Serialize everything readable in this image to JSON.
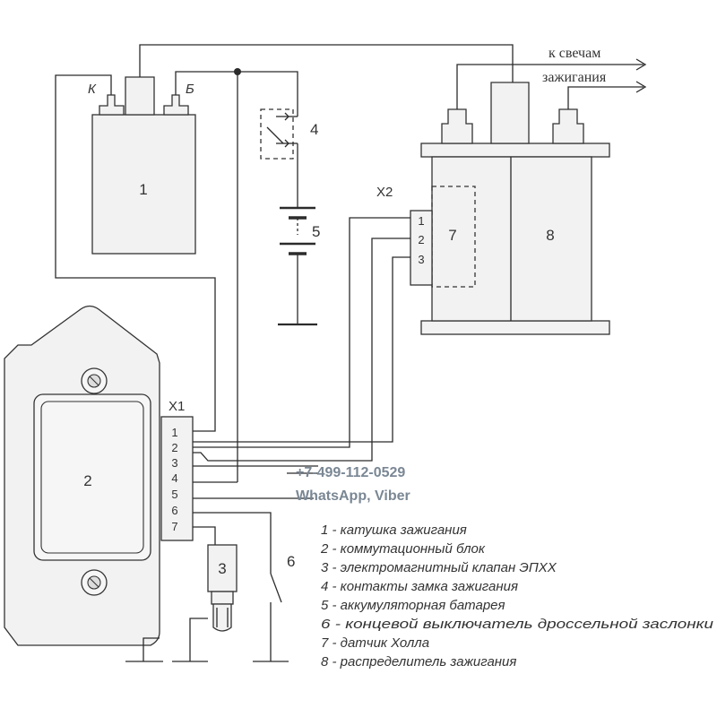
{
  "coil": {
    "number": "1",
    "terminal_k": "К",
    "terminal_b": "Б"
  },
  "switch_unit": {
    "number": "2",
    "connector": "X1",
    "pins": [
      "1",
      "2",
      "3",
      "4",
      "5",
      "6",
      "7"
    ]
  },
  "valve": {
    "number": "3"
  },
  "ignition_lock": {
    "number": "4"
  },
  "battery": {
    "number": "5"
  },
  "throttle_switch": {
    "number": "6"
  },
  "distributor": {
    "hall_number": "7",
    "number": "8",
    "connector": "X2",
    "pins": [
      "1",
      "2",
      "3"
    ]
  },
  "outputs": {
    "line1": "к свечам",
    "line2": "зажигания"
  },
  "watermark": {
    "phone": "+7-499-112-0529",
    "apps": "WhatsApp, Viber"
  },
  "legend": [
    "1 - катушка зажигания",
    "2 - коммутационный блок",
    "3 - электромагнитный клапан ЭПХХ",
    "4 - контакты замка зажигания",
    "5 - аккумуляторная батарея",
    "6 - концевой выключатель дроссельной заслонки",
    "7 - датчик Холла",
    "8 - распределитель зажигания"
  ]
}
